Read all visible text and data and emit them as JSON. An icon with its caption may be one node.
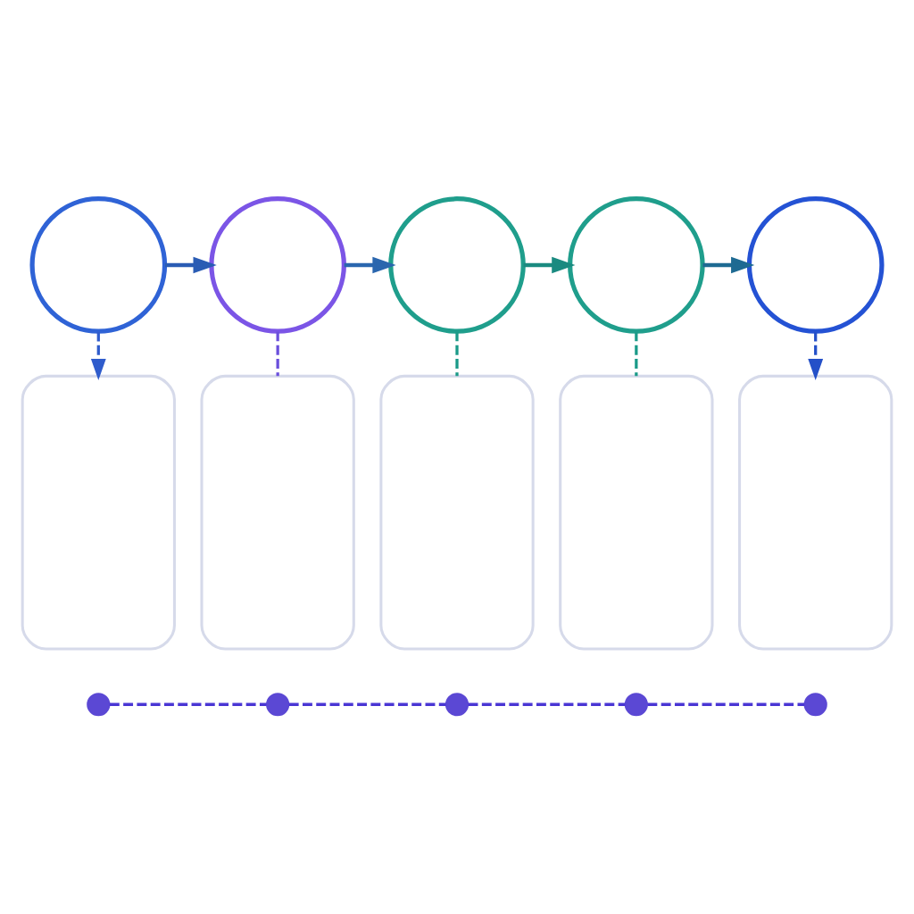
{
  "diagram": {
    "nodes": [
      {
        "text": [],
        "shape": "circle"
      },
      {
        "text": [],
        "shape": "circle"
      },
      {
        "text": [],
        "shape": "circle"
      },
      {
        "text": [],
        "shape": "circle"
      },
      {
        "text": [],
        "shape": "circle"
      },
      {
        "text": [],
        "shape": "box"
      },
      {
        "text": [],
        "shape": "box"
      },
      {
        "text": [],
        "shape": "box"
      },
      {
        "text": [],
        "shape": "box"
      },
      {
        "text": [],
        "shape": "box"
      },
      {
        "text": [],
        "shape": "circle"
      },
      {
        "text": [],
        "shape": "circle"
      },
      {
        "text": [],
        "shape": "circle"
      },
      {
        "text": [],
        "shape": "circle"
      },
      {
        "text": [],
        "shape": "circle"
      }
    ],
    "edges": [
      {
        "from": 0,
        "to": 1,
        "arrow": "to",
        "color": "#2a5cb4"
      },
      {
        "from": 1,
        "to": 2,
        "arrow": "to",
        "color": "#2a66ae"
      },
      {
        "from": 2,
        "to": 3,
        "arrow": "to",
        "color": "#1a8a80"
      },
      {
        "from": 3,
        "to": 4,
        "arrow": "to",
        "color": "#1e6a92"
      },
      {
        "from": 0,
        "to": 5,
        "arrow": "to",
        "style": "dashed",
        "color": "#2f5ccc"
      },
      {
        "from": 1,
        "to": 6,
        "arrow": "none",
        "style": "dashed",
        "color": "#6a4fdc"
      },
      {
        "from": 2,
        "to": 7,
        "arrow": "none",
        "style": "dashed",
        "color": "#1a9a88"
      },
      {
        "from": 3,
        "to": 8,
        "arrow": "none",
        "style": "dashed",
        "color": "#1a9a88"
      },
      {
        "from": 4,
        "to": 9,
        "arrow": "to",
        "style": "dashed",
        "color": "#2450c8"
      },
      {
        "from": 10,
        "to": 11,
        "arrow": "none",
        "style": "dashed",
        "color": "#4a36d4"
      },
      {
        "from": 11,
        "to": 12,
        "arrow": "none",
        "style": "dashed",
        "color": "#4a36d4"
      },
      {
        "from": 12,
        "to": 13,
        "arrow": "none",
        "style": "dashed",
        "color": "#4a36d4"
      },
      {
        "from": 13,
        "to": 14,
        "arrow": "none",
        "style": "dashed",
        "color": "#4a36d4"
      }
    ]
  }
}
